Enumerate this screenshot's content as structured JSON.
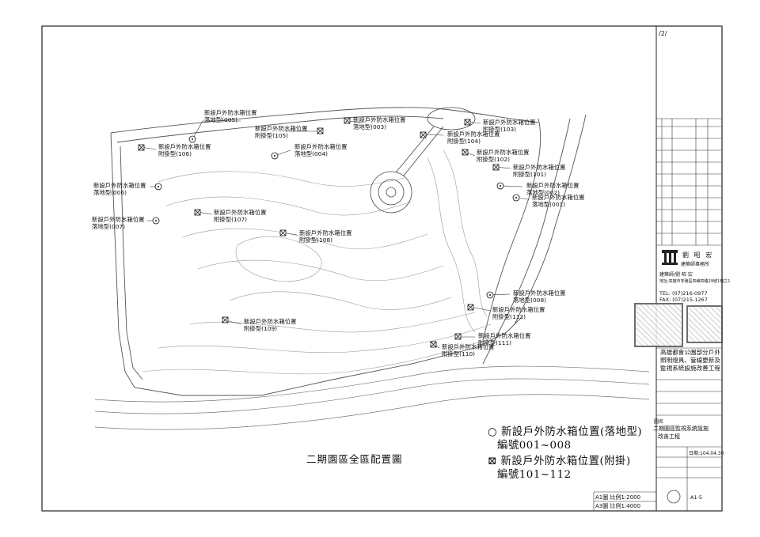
{
  "drawing_title": "二期園區全區配置圖",
  "corner_mark": "/2/",
  "legend": {
    "ground_symbol": "○",
    "ground_line1": "新設戶外防水箱位置(落地型)",
    "ground_line2": "編號001~008",
    "wall_symbol": "⊠",
    "wall_line1": "新設戶外防水箱位置(附掛)",
    "wall_line2": "編號101~112"
  },
  "scale": {
    "a": "A1圖 比例1:2000",
    "b": "A3圖 比例1:4000"
  },
  "markers": [
    {
      "type": "ground",
      "line1": "新設戶外防水箱位置",
      "line2": "落地型(005)"
    },
    {
      "type": "wall",
      "line1": "新設戶外防水箱位置",
      "line2": "附掛型(105)"
    },
    {
      "type": "wall",
      "line1": "新設戶外防水箱位置",
      "line2": "落地型(003)"
    },
    {
      "type": "ground",
      "line1": "新設戶外防水箱位置",
      "line2": "落地型(004)"
    },
    {
      "type": "wall",
      "line1": "新設戶外防水箱位置",
      "line2": "附掛型(106)"
    },
    {
      "type": "ground",
      "line1": "新設戶外防水箱位置",
      "line2": "落地型(006)"
    },
    {
      "type": "ground",
      "line1": "新設戶外防水箱位置",
      "line2": "落地型(007)"
    },
    {
      "type": "wall",
      "line1": "新設戶外防水箱位置",
      "line2": "附掛型(107)"
    },
    {
      "type": "wall",
      "line1": "新設戶外防水箱位置",
      "line2": "附掛型(108)"
    },
    {
      "type": "wall",
      "line1": "新設戶外防水箱位置",
      "line2": "附掛型(103)"
    },
    {
      "type": "wall",
      "line1": "新設戶外防水箱位置",
      "line2": "附掛型(104)"
    },
    {
      "type": "wall",
      "line1": "新設戶外防水箱位置",
      "line2": "附掛型(102)"
    },
    {
      "type": "wall",
      "line1": "新設戶外防水箱位置",
      "line2": "附掛型(101)"
    },
    {
      "type": "ground",
      "line1": "新設戶外防水箱位置",
      "line2": "落地型(002)"
    },
    {
      "type": "ground",
      "line1": "新設戶外防水箱位置",
      "line2": "落地型(001)"
    },
    {
      "type": "ground",
      "line1": "新設戶外防水箱位置",
      "line2": "落地型(008)"
    },
    {
      "type": "wall",
      "line1": "新設戶外防水箱位置",
      "line2": "附掛型(112)"
    },
    {
      "type": "wall",
      "line1": "新設戶外防水箱位置",
      "line2": "附掛型(109)"
    },
    {
      "type": "wall",
      "line1": "新設戶外防水箱位置",
      "line2": "附掛型(111)"
    },
    {
      "type": "wall",
      "line1": "新設戶外防水箱位置",
      "line2": "附掛型(110)"
    }
  ],
  "title_block": {
    "firm": "劉 昭 宏",
    "firm_sub": "建築師事務所",
    "architect_label": "建築師/劉 昭 宏",
    "address": "地址:高雄市苓雅區四維四路29號1樓之1",
    "tel": "TEL: (07)216-0977",
    "fax": "FAX: (07)215-1267",
    "project": "高雄都會公園部分戶外照明燈具、管線更新及監視系統設施改善工程",
    "sheet_label": "圖名",
    "sheet_name_line1": "二期園區監視系統設施",
    "sheet_name_line2": "改善工程",
    "date": "日期:104.04.30",
    "sheet_no": "A1-5"
  }
}
